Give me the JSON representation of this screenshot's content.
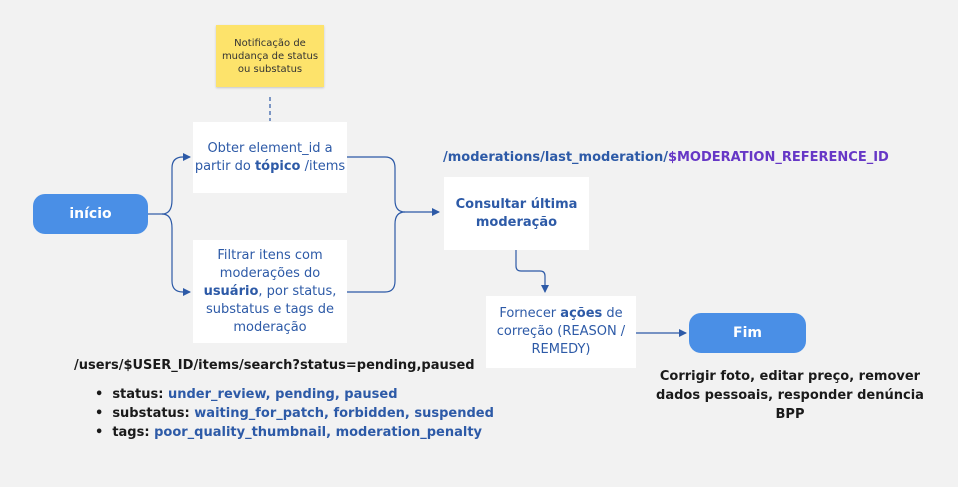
{
  "note": {
    "lines": [
      "Notificação de",
      "mudança de status",
      "ou substatus"
    ]
  },
  "start_node": {
    "label": "início"
  },
  "box_topic": {
    "line1": "Obter element_id a",
    "line2_pre": "partir do ",
    "line2_bold": "tópico",
    "line2_post": " /items"
  },
  "box_filter": {
    "line1": "Filtrar itens com",
    "line2": "moderações do",
    "line3_bold": "usuário",
    "line3_post": ", por status,",
    "line4": "substatus e tags de",
    "line5": "moderação"
  },
  "endpoint_last_moderation": {
    "path": "/moderations/last_moderation/",
    "variable": "$MODERATION_REFERENCE_ID"
  },
  "box_consult": {
    "line1": "Consultar última",
    "line2": "moderação"
  },
  "box_provide": {
    "line1_pre": "Fornecer ",
    "line1_bold": "ações",
    "line1_post": " de",
    "line2": "correção (REASON /",
    "line3": "REMEDY)"
  },
  "end_node": {
    "label": "Fim"
  },
  "endpoint_search": {
    "text": "/users/$USER_ID/items/search?status=pending,paused"
  },
  "filters": [
    {
      "key": "status:",
      "values": "under_review, pending, paused"
    },
    {
      "key": "substatus:",
      "values": "waiting_for_patch, forbidden, suspended"
    },
    {
      "key": "tags:",
      "values": "poor_quality_thumbnail, moderation_penalty"
    }
  ],
  "end_caption": {
    "line1": "Corrigir foto, editar preço, remover",
    "line2": "dados pessoais, responder denúncia BPP"
  },
  "colors": {
    "background": "#f2f2f2",
    "node_blue": "#4a8fe6",
    "text_blue": "#2d5aa7",
    "connector": "#2d5aa7",
    "variable_purple": "#6637c6",
    "note_yellow": "#fde36b"
  }
}
